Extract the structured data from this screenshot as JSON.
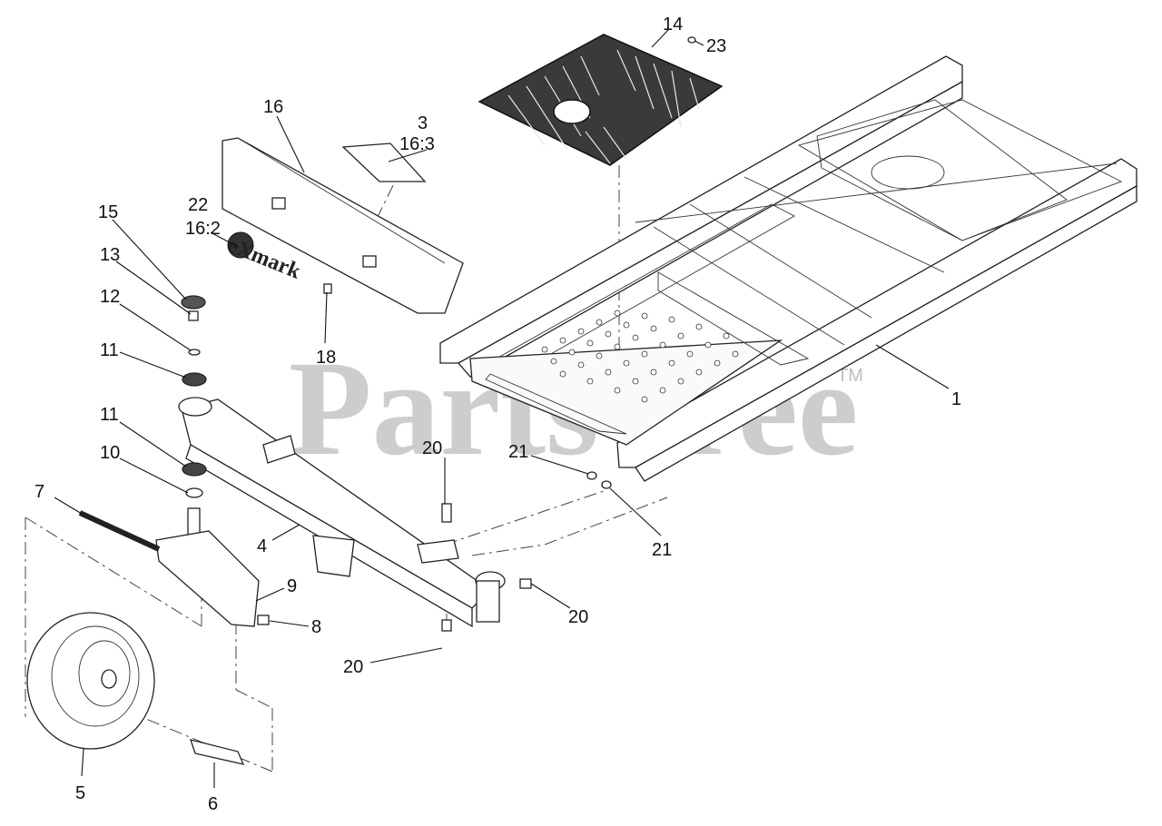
{
  "watermark": {
    "text": "PartsTree",
    "tm": "TM"
  },
  "logo_text": "eXmark",
  "callouts": {
    "c1": "1",
    "c3": "3",
    "c3b": "16:3",
    "c4": "4",
    "c5": "5",
    "c6": "6",
    "c7": "7",
    "c8": "8",
    "c9": "9",
    "c10": "10",
    "c11a": "11",
    "c11b": "11",
    "c12": "12",
    "c13": "13",
    "c14": "14",
    "c15": "15",
    "c16": "16",
    "c18": "18",
    "c20a": "20",
    "c20b": "20",
    "c20c": "20",
    "c21a": "21",
    "c21b": "21",
    "c22": "22",
    "c22b": "16:2",
    "c23": "23"
  }
}
